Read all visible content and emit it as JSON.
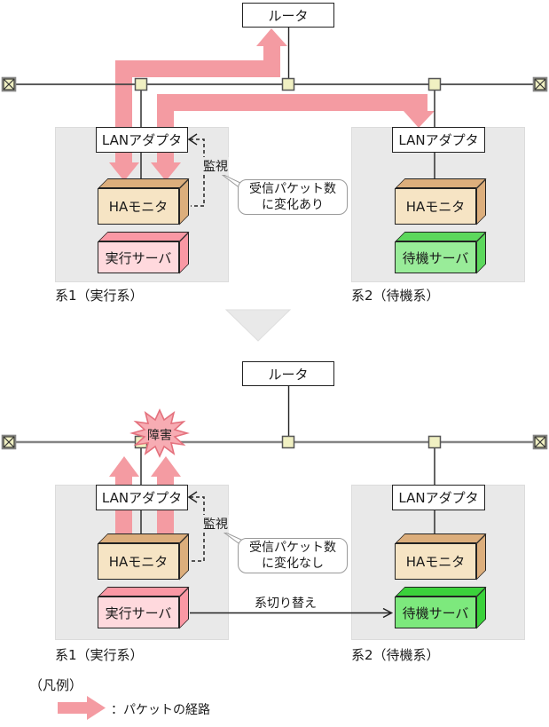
{
  "colors": {
    "packet": "#F49BA2",
    "ha_front": "#F6E4C4",
    "ha_edge": "#DCAE7C",
    "exec_front": "#FFD9DD",
    "exec_edge": "#FA98A4",
    "standby_front": "#99EC99",
    "standby_edge": "#5CD85C",
    "standby2_front": "#7DE97D",
    "standby2_edge": "#3BD23B",
    "failure_fill": "#F7ACB3",
    "failure_stroke": "#E4717D",
    "node_fill": "#F0F0C2",
    "panel_fill": "#E9E9E9"
  },
  "panels": [
    {
      "router": "ルータ",
      "monitor_label": "監視",
      "callout": {
        "line1": "受信パケット数",
        "line2": "に変化あり"
      },
      "systems": [
        {
          "label": "系1（実行系）",
          "lan": "LANアダプタ",
          "ha": "HAモニタ",
          "server": "実行サーバ"
        },
        {
          "label": "系2（待機系）",
          "lan": "LANアダプタ",
          "ha": "HAモニタ",
          "server": "待機サーバ"
        }
      ]
    },
    {
      "router": "ルータ",
      "monitor_label": "監視",
      "failure_label": "障害",
      "switchover_label": "系切り替え",
      "callout": {
        "line1": "受信パケット数",
        "line2": "に変化なし"
      },
      "systems": [
        {
          "label": "系1（実行系）",
          "lan": "LANアダプタ",
          "ha": "HAモニタ",
          "server": "実行サーバ"
        },
        {
          "label": "系2（待機系）",
          "lan": "LANアダプタ",
          "ha": "HAモニタ",
          "server": "待機サーバ"
        }
      ]
    }
  ],
  "legend": {
    "title": "（凡例）",
    "packet_route_label": "：パケットの経路"
  }
}
